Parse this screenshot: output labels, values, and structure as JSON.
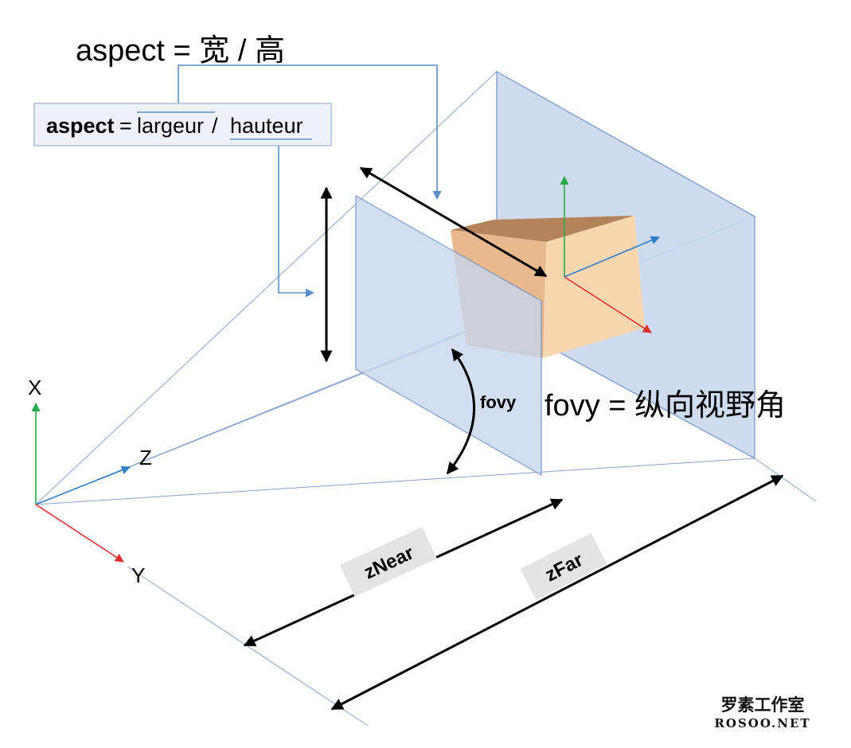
{
  "top_caption": "aspect = 宽 / 高",
  "aspect_box": {
    "term": "aspect",
    "equals": "=",
    "numerator": "largeur",
    "slash": "/",
    "denominator": "hauteur"
  },
  "fovy_label": "fovy",
  "fovy_caption": "fovy = 纵向视野角",
  "axes": {
    "x": "X",
    "y": "Y",
    "z": "Z"
  },
  "znear_label": "zNear",
  "zfar_label": "zFar",
  "watermark": {
    "name": "罗素工作室",
    "site": "ROSOO.NET"
  },
  "colors": {
    "plane_fill": "#c7d7ee",
    "plane_stroke": "#7093c8",
    "guide_line": "#5b8fc7",
    "cube_top": "#b3845c",
    "cube_left": "#e8b88e",
    "cube_right": "#f8d6b0",
    "axis_x": "#2aa84a",
    "axis_y": "#e03030",
    "axis_z": "#2f7fc7",
    "box_fill": "#eef2f8",
    "box_stroke": "#a9bcd8",
    "label_fill": "#e4e4e4"
  }
}
